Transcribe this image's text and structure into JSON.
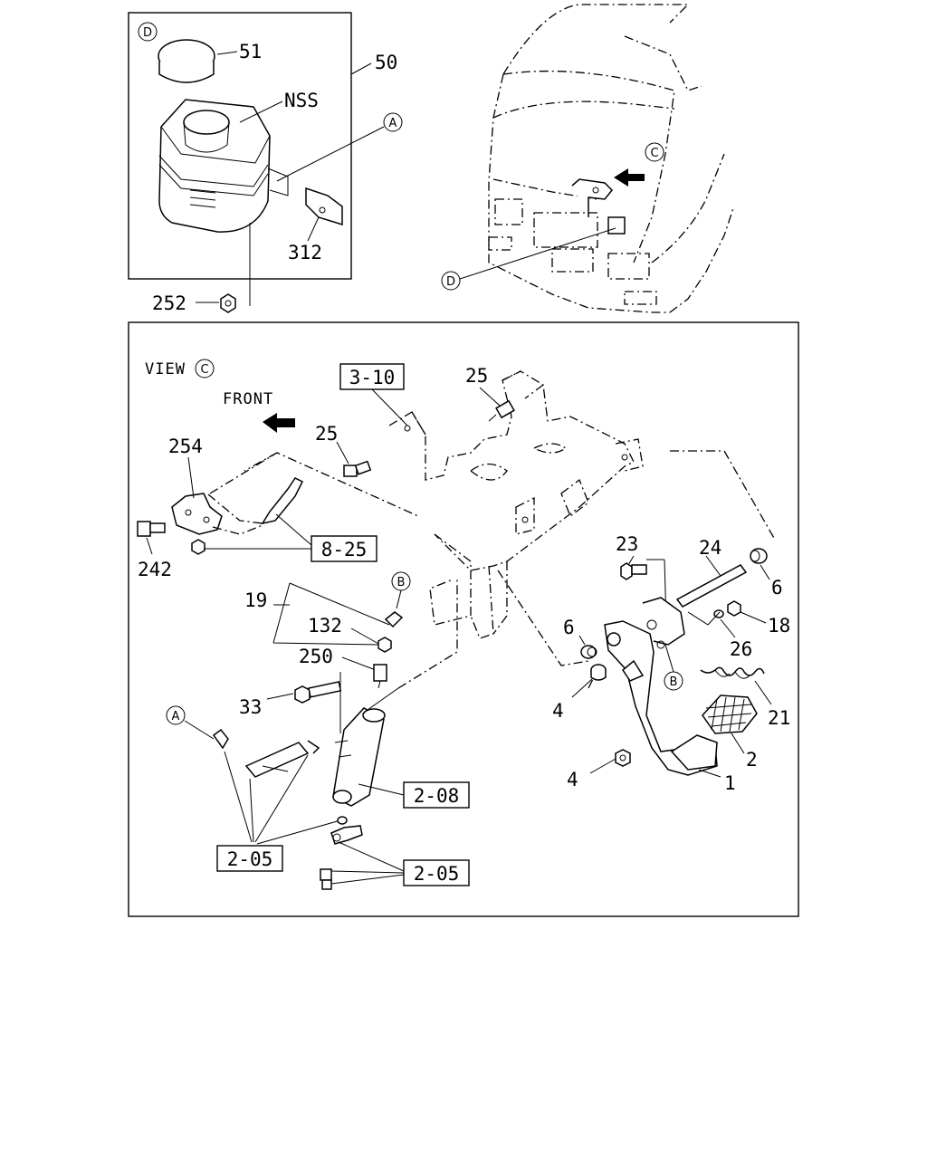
{
  "detail_d": {
    "marker": "D",
    "labels": {
      "cap": "51",
      "assembly": "50",
      "reservoir": "NSS",
      "ref_a": "A",
      "clip": "312",
      "nut": "252"
    }
  },
  "cab_view": {
    "marker_c": "C",
    "marker_d": "D"
  },
  "view_c": {
    "title": "VIEW",
    "title_marker": "C",
    "front_label": "FRONT",
    "boxed_refs": [
      "3-10",
      "8-25",
      "2-08",
      "2-05",
      "2-05"
    ],
    "labels": {
      "l25a": "25",
      "l25b": "25",
      "l254": "254",
      "l242": "242",
      "l19": "19",
      "l132": "132",
      "l250": "250",
      "l33": "33",
      "lB1": "B",
      "lA": "A",
      "lB2": "B",
      "l23": "23",
      "l24": "24",
      "l6a": "6",
      "l6b": "6",
      "l18": "18",
      "l26": "26",
      "l4a": "4",
      "l4b": "4",
      "l21": "21",
      "l2": "2",
      "l1": "1"
    }
  }
}
